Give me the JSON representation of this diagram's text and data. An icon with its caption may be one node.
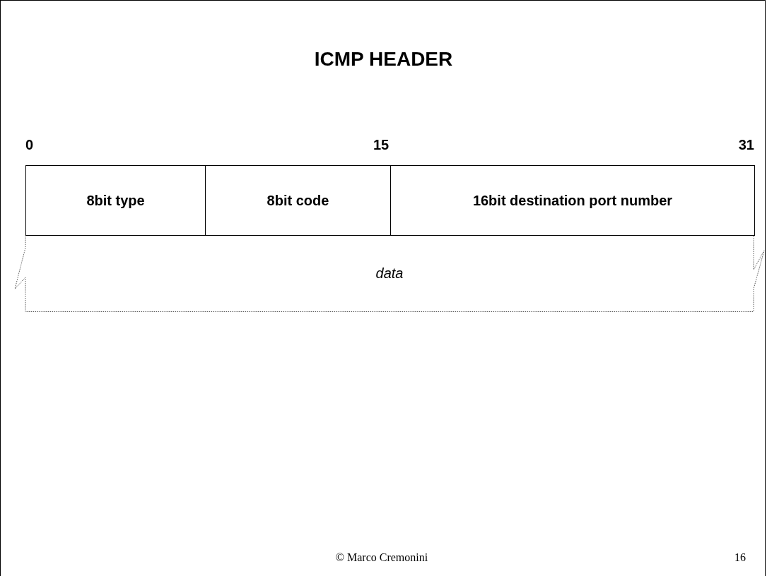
{
  "diagram": {
    "title": "ICMP HEADER",
    "nodes": [
      {
        "text": [
          "8bit type"
        ]
      },
      {
        "text": [
          "8bit code"
        ]
      },
      {
        "text": [
          "16bit destination port number"
        ]
      },
      {
        "text": [
          "data"
        ]
      }
    ],
    "edges": [],
    "labels": [
      "0",
      "15",
      "31",
      "© Marco Cremonini",
      "16"
    ]
  }
}
